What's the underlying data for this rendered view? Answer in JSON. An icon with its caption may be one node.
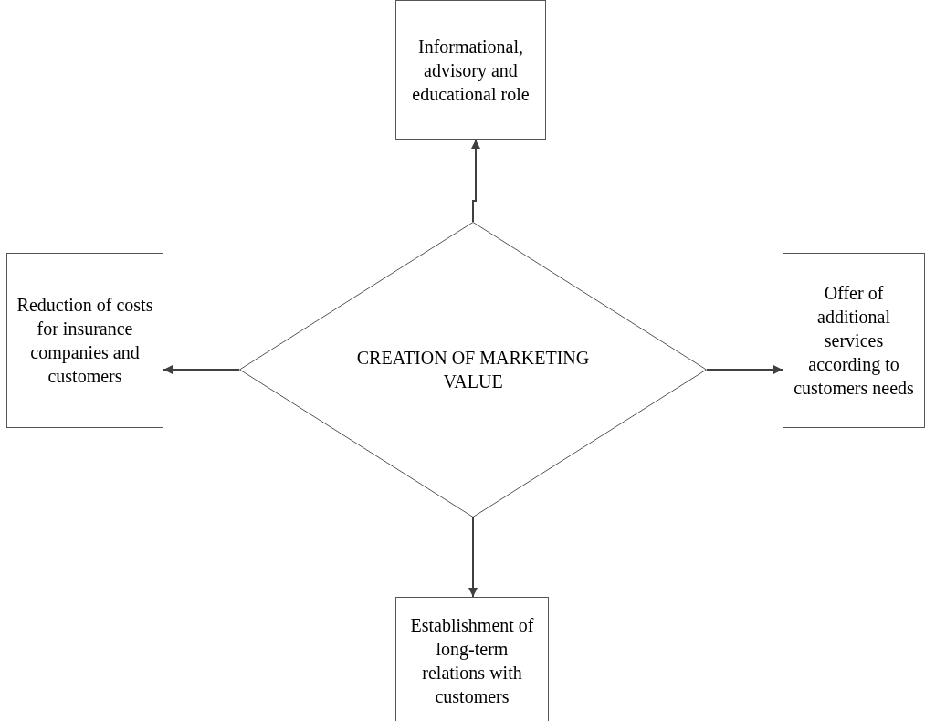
{
  "diagram": {
    "nodes": [
      {
        "text": [
          "CREATION OF MARKETING VALUE"
        ]
      },
      {
        "text": [
          "Informational, advisory and educational role"
        ]
      },
      {
        "text": [
          "Reduction of costs for insurance companies and customers"
        ]
      },
      {
        "text": [
          "Offer of additional services according to customers needs"
        ]
      },
      {
        "text": [
          "Establishment of long-term relations with customers"
        ]
      }
    ],
    "edges": [
      {
        "from": 0,
        "to": 1,
        "arrow": "to"
      },
      {
        "from": 0,
        "to": 2,
        "arrow": "to"
      },
      {
        "from": 0,
        "to": 3,
        "arrow": "to"
      },
      {
        "from": 0,
        "to": 4,
        "arrow": "to"
      }
    ]
  }
}
